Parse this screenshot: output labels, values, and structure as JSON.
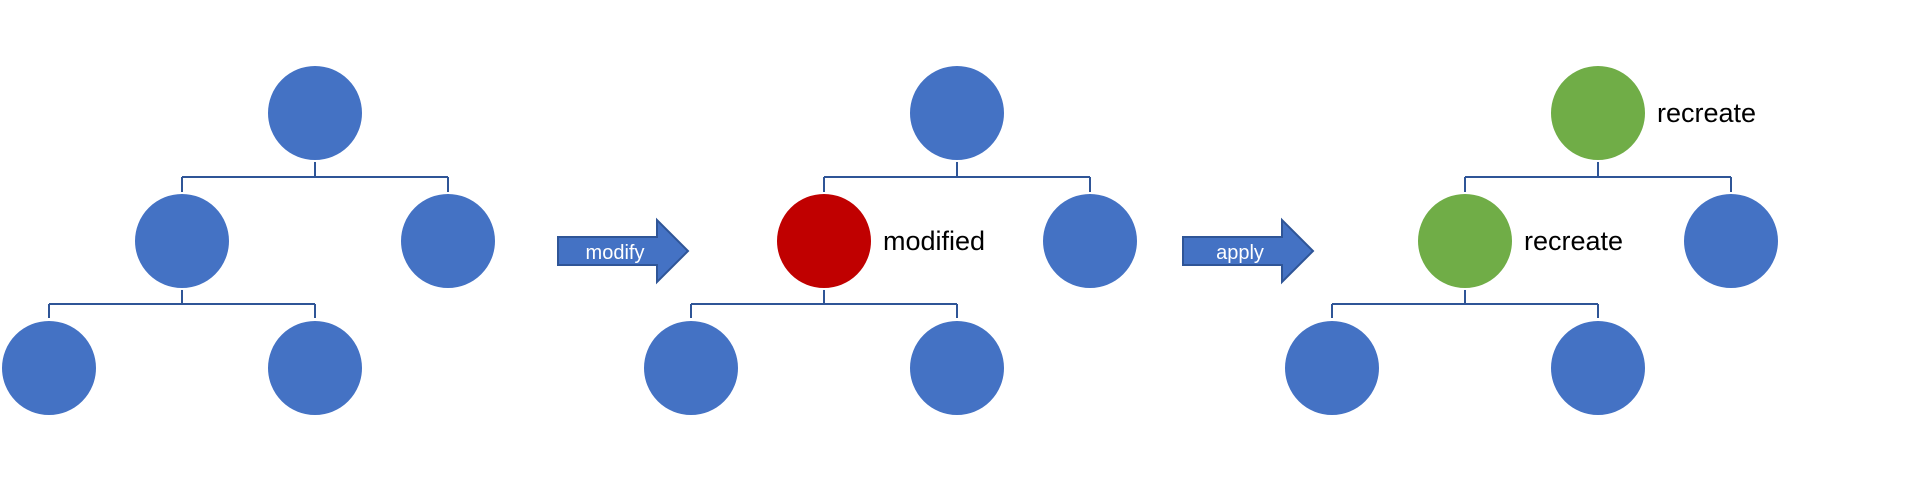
{
  "colors": {
    "default_node": "#4472C4",
    "modified_node": "#C00000",
    "recreate_node": "#70AD47",
    "connector": "#2F5597",
    "arrow": "#4472C4"
  },
  "arrows": {
    "modify": "modify",
    "apply": "apply"
  },
  "labels": {
    "modified": "modified",
    "recreate_root": "recreate",
    "recreate_child": "recreate"
  }
}
